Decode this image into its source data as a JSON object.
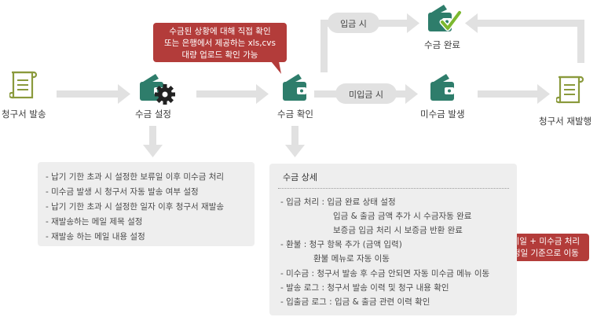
{
  "colors": {
    "teal": "#2e7d6b",
    "olive": "#8a9a3c",
    "red_callout": "#b33c3a",
    "arrow_gray": "#e1e1e1",
    "box_gray": "#eeeeee",
    "check_green": "#7cb82f"
  },
  "nodes": {
    "invoice_send": {
      "label": "청구서 발송",
      "icon": "scroll-icon"
    },
    "collection_setup": {
      "label": "수금 설정",
      "icon": "wallet-gear-icon"
    },
    "collection_check": {
      "label": "수금 확인",
      "icon": "wallet-icon"
    },
    "collection_done": {
      "label": "수금 완료",
      "icon": "wallet-check-icon"
    },
    "unpaid_occur": {
      "label": "미수금 발생",
      "icon": "wallet-icon"
    },
    "invoice_resend": {
      "label": "청구서 재발행",
      "icon": "scroll-icon"
    }
  },
  "flow_labels": {
    "paid": "입금 시",
    "unpaid": "미입금 시"
  },
  "callouts": {
    "top": [
      "수금된 상황에 대해 직접 확인",
      "또는 은행에서 제공하는 xls,cvs",
      "대량 업로드 확인 가능"
    ],
    "bottom": [
      "납기일 + 미수금 처리",
      "설정일 기준으로 이동"
    ]
  },
  "setup_details": [
    "- 납기 기한 초과 시 설정한 보류일 이후  미수금 처리",
    "- 미수금 발생 시 청구서 자동 발송 여부 설정",
    "- 납기 기한 초과 시 설정한 일자 이후 청구서 재발송",
    "- 재발송하는 메일 제목 설정",
    "- 재발송 하는 메일 내용 설정"
  ],
  "collection_details": {
    "title": "수금 상세",
    "lines": [
      "- 입금 처리 : 입금 완료 상태 설정",
      "입금 & 출금 금액 추가 시 수금자동 완료",
      "보증금 입금 처리 시 보증금 반환 완료",
      "- 환불 : 청구 항목 추가 (금액 입력)",
      "환불 메뉴로 자동 이동",
      "- 미수금 : 청구서 발송 후 수금 안되면 자동 미수금 메뉴 이동",
      "- 발송 로그 : 청구서 발송 이력 및 청구 내용 확인",
      "- 입출금 로그 : 입금 & 출금 관련 이력 확인"
    ]
  }
}
